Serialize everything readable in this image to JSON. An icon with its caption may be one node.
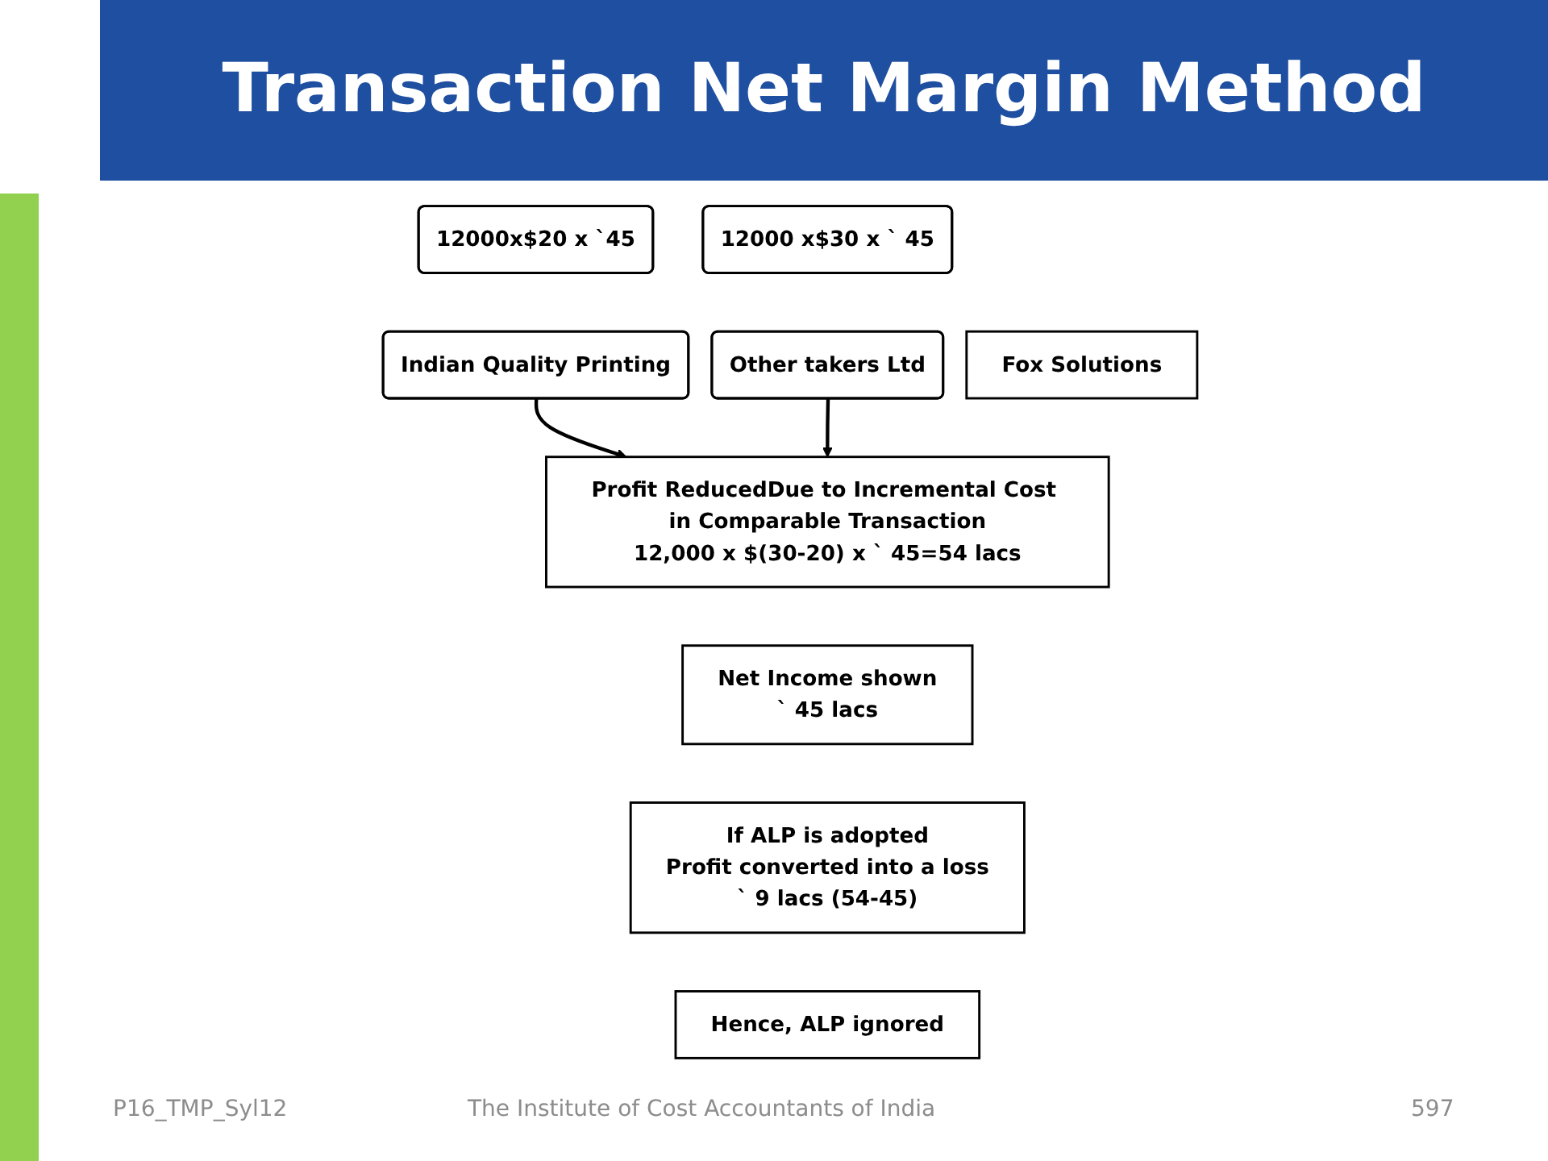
{
  "diagram": {
    "title": "Transaction Net Margin Method",
    "nodes": [
      {
        "text": [
          "Fox Solutions"
        ]
      },
      {
        "text": [
          "12000x$20 x `45"
        ]
      },
      {
        "text": [
          "12000 x$30 x ` 45"
        ]
      },
      {
        "text": [
          "Indian Quality Printing"
        ]
      },
      {
        "text": [
          "Profit ReducedDue to Incremental Cost in Comparable Transaction",
          "12,000 x $(30-20) x ` 45=54 lacs"
        ]
      },
      {
        "text": [
          "Other takers Ltd"
        ]
      },
      {
        "text": [
          "Net Income shown",
          "` 45 lacs"
        ]
      },
      {
        "text": [
          "If ALP is adopted",
          "Profit  converted into a loss",
          "` 9 lacs (54-45)"
        ]
      },
      {
        "text": [
          "Hence, ALP ignored"
        ]
      }
    ],
    "edges": [
      {
        "from": 3,
        "to": 4,
        "arrow": "to"
      },
      {
        "from": 5,
        "to": 4,
        "arrow": "to"
      }
    ],
    "labels": [
      "P16_TMP_Syl12",
      "The Institute of Cost Accountants of India",
      "597"
    ]
  }
}
